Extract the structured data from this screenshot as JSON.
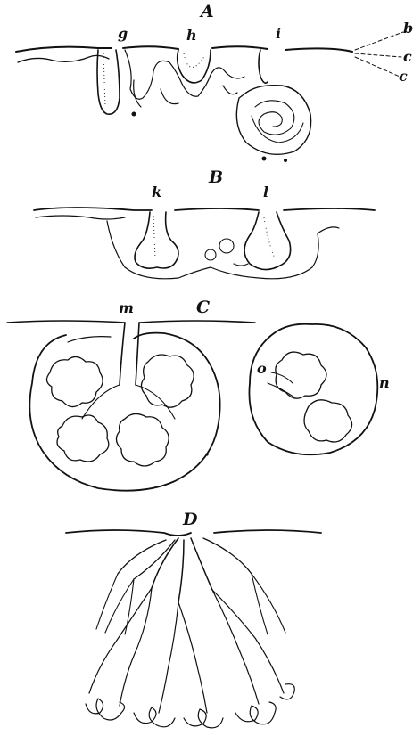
{
  "figures": {
    "A": {
      "label": "A",
      "parts": [
        "g",
        "h",
        "i"
      ],
      "leaders": [
        "b",
        "c",
        "c"
      ]
    },
    "B": {
      "label": "B",
      "parts": [
        "k",
        "l"
      ]
    },
    "C": {
      "label": "C",
      "parts": [
        "m",
        "n",
        "o"
      ]
    },
    "D": {
      "label": "D"
    }
  }
}
